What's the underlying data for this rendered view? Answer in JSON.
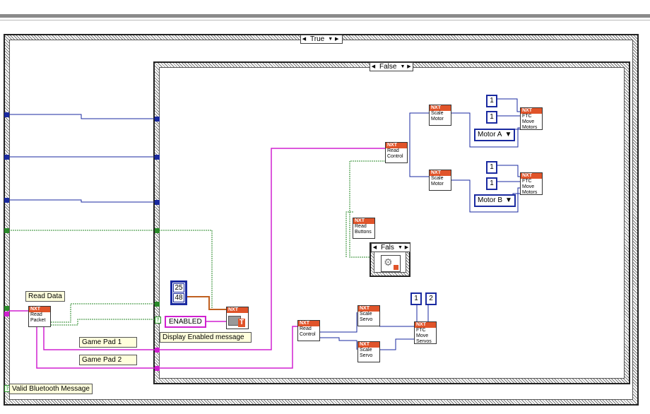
{
  "outer_case": {
    "selector": "True"
  },
  "inner_case": {
    "selector": "False"
  },
  "small_case": {
    "selector": "Fals"
  },
  "vi_header": "NXT",
  "vis": {
    "read_packet": "Read\nPacket",
    "read_control_top": "Read\nControl",
    "read_control_bottom": "Read\nControl",
    "scale_motor_1": "Scale\nMotor",
    "scale_motor_2": "Scale\nMotor",
    "ftc_move_motors_1": "FTC\nMove\nMotors",
    "ftc_move_motors_2": "FTC\nMove\nMotors",
    "read_buttons": "Read\nButtons",
    "scale_servo_1": "Scale\nServo",
    "scale_servo_2": "Scale\nServo",
    "ftc_move_servos": "FTC\nMove\nServos"
  },
  "constants": {
    "motor_a": "Motor A",
    "motor_b": "Motor B",
    "enabled": "ENABLED",
    "array_top": "25",
    "array_bottom": "48",
    "c1a": "1",
    "c1b": "1",
    "c2a": "1",
    "c2b": "1",
    "servo_1": "1",
    "servo_2": "2"
  },
  "labels": {
    "read_data": "Read Data",
    "game_pad_1": "Game Pad 1",
    "game_pad_2": "Game Pad 2",
    "display_enabled": "Display Enabled message",
    "valid_bluetooth": "Valid Bluetooth Message"
  },
  "colors": {
    "blue_wire": "#1a2aa0",
    "pink_wire": "#d020d0",
    "green_wire": "#2a8a2a",
    "orange_wire": "#c06020",
    "vi_header": "#e0542a"
  }
}
